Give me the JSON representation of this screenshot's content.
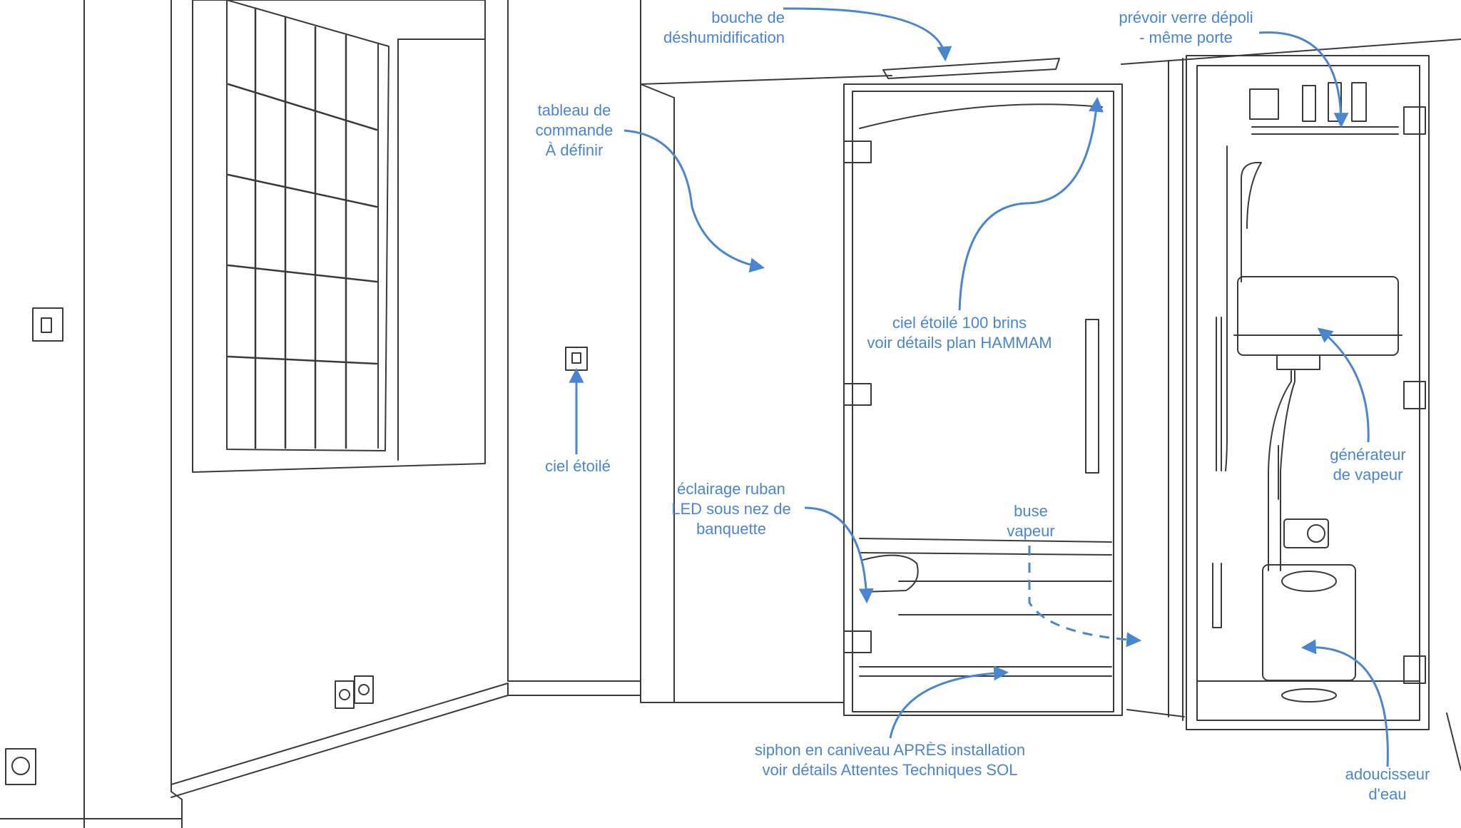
{
  "colors": {
    "annotation": "#4a86cf",
    "line": "#3a3a3a",
    "background": "#ffffff"
  },
  "labels": {
    "bouche": [
      "bouche de",
      "déshumidification"
    ],
    "verre": [
      "prévoir verre dépoli",
      "- même porte"
    ],
    "tableau": [
      "tableau de",
      "commande",
      "À définir"
    ],
    "ciel100": [
      "ciel étoilé 100 brins",
      "voir détails plan HAMMAM"
    ],
    "cielEtoile": [
      "ciel étoilé"
    ],
    "eclairage": [
      "éclairage ruban",
      "LED sous nez de",
      "banquette"
    ],
    "buse": [
      "buse",
      "vapeur"
    ],
    "generateur": [
      "générateur",
      "de vapeur"
    ],
    "siphon": [
      "siphon en caniveau APRÈS installation",
      "voir détails Attentes Techniques SOL"
    ],
    "adoucisseur": [
      "adoucisseur",
      "d'eau"
    ]
  }
}
